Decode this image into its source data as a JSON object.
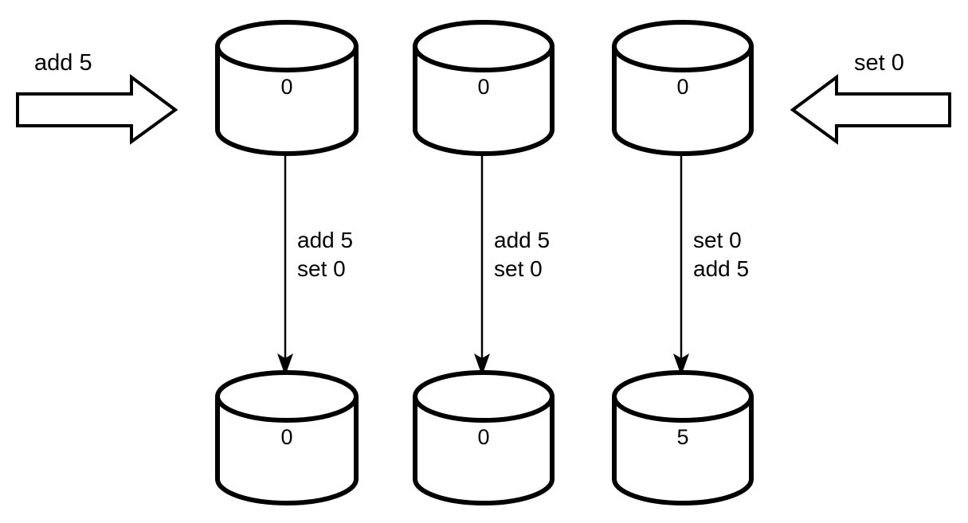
{
  "diagram": {
    "title": "replica-operation-convergence",
    "colors": {
      "stroke": "#000000",
      "fill": "#ffffff",
      "background": "#ffffff"
    },
    "client_operations": [
      {
        "id": "left-client-op",
        "label": "add 5",
        "direction": "right",
        "icon": "block-arrow-right-icon"
      },
      {
        "id": "right-client-op",
        "label": "set 0",
        "direction": "left",
        "icon": "block-arrow-left-icon"
      }
    ],
    "columns": [
      {
        "id": "replica-1",
        "before_value": "0",
        "after_value": "0",
        "operation_order": [
          "add 5",
          "set 0"
        ]
      },
      {
        "id": "replica-2",
        "before_value": "0",
        "after_value": "0",
        "operation_order": [
          "add 5",
          "set 0"
        ]
      },
      {
        "id": "replica-3",
        "before_value": "0",
        "after_value": "5",
        "operation_order": [
          "set 0",
          "add 5"
        ]
      }
    ]
  }
}
